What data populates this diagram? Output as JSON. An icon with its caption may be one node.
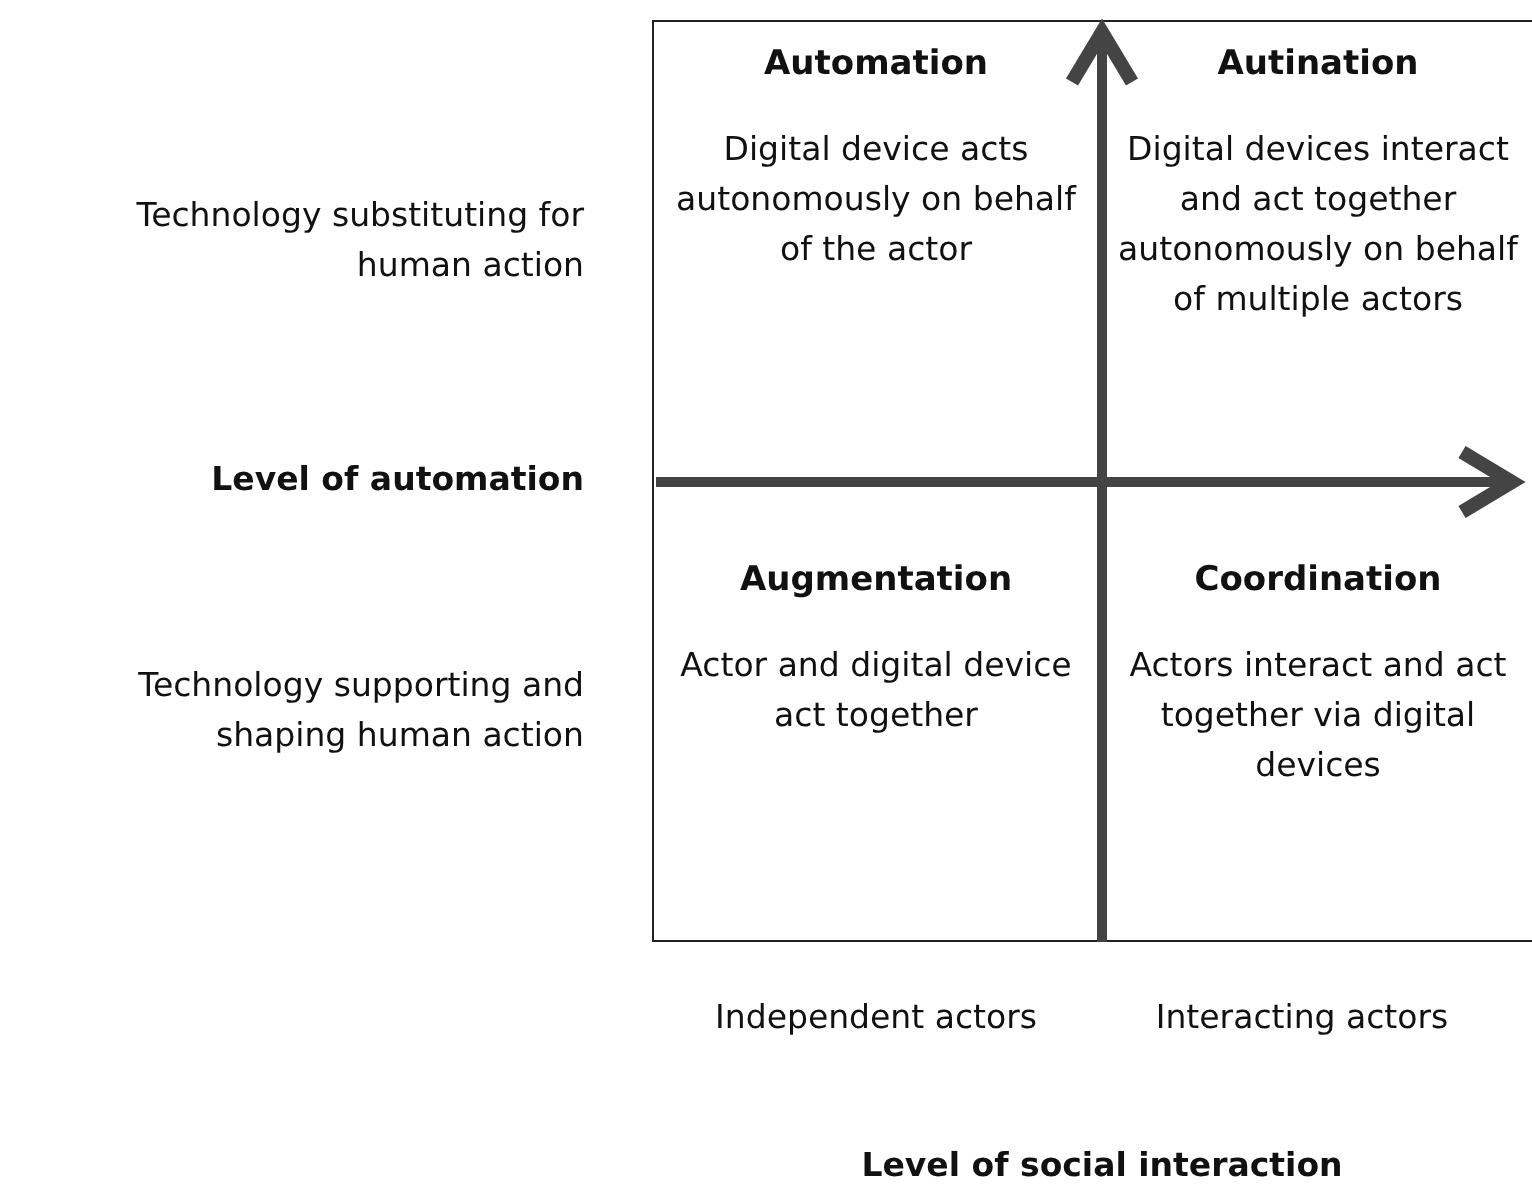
{
  "diagram": {
    "nodes": [
      {
        "text": [
          "Automation",
          "Digital device acts autonomously on behalf of the actor"
        ]
      },
      {
        "text": [
          "Autination",
          "Digital devices interact and act together autonomously on behalf of multiple actors"
        ]
      },
      {
        "text": [
          "Augmentation",
          "Actor and digital device act together"
        ]
      },
      {
        "text": [
          "Coordination",
          "Actors interact and act together via digital devices"
        ]
      }
    ],
    "edges": [],
    "labels": [
      "Technology substituting for human action",
      "Level of automation",
      "Technology supporting and shaping human action",
      "Independent actors",
      "Interacting actors",
      "Level of social interaction"
    ]
  }
}
